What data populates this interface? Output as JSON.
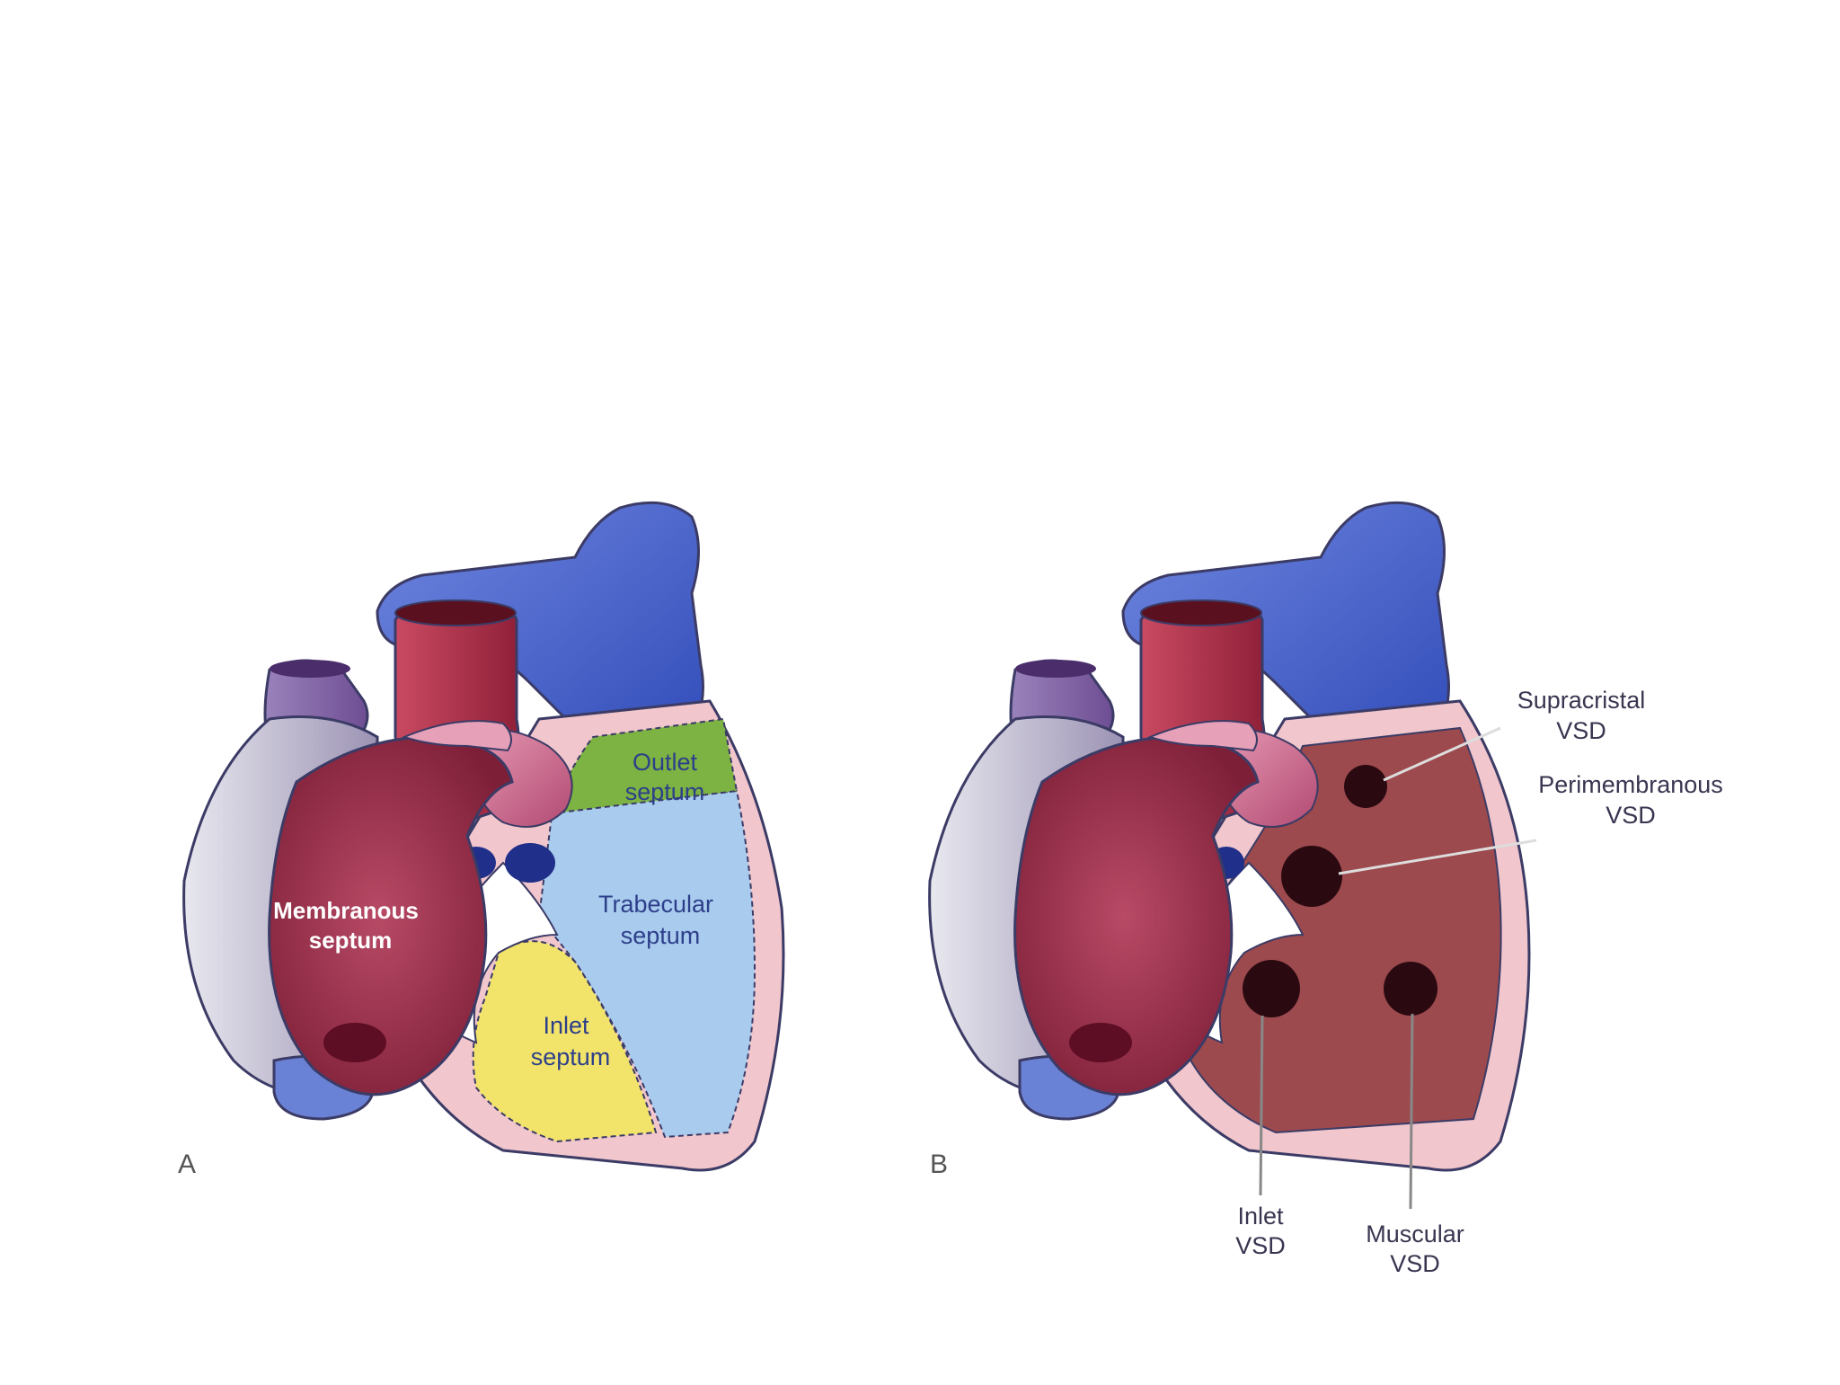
{
  "panel_a": {
    "letter": "A",
    "labels": {
      "membranous_line1": "Membranous",
      "membranous_line2": "septum",
      "outlet_line1": "Outlet",
      "outlet_line2": "septum",
      "trabecular_line1": "Trabecular",
      "trabecular_line2": "septum",
      "inlet_line1": "Inlet",
      "inlet_line2": "septum"
    }
  },
  "panel_b": {
    "letter": "B",
    "labels": {
      "supracristal_line1": "Supracristal",
      "supracristal_line2": "VSD",
      "perimembranous_line1": "Perimembranous",
      "perimembranous_line2": "VSD",
      "inlet_line1": "Inlet",
      "inlet_line2": "VSD",
      "muscular_line1": "Muscular",
      "muscular_line2": "VSD"
    }
  },
  "colors": {
    "pulmonary_artery": "#3d5bc8",
    "aorta": "#b8344c",
    "vena_cava": "#8a6aa8",
    "right_atrium": "#9c2c48",
    "outlet_septum": "#7cb342",
    "trabecular_septum": "#a9cbee",
    "inlet_septum": "#f2e36a",
    "ventricle_wall": "#f1c6cc",
    "septal_surface": "#9c4a4e",
    "defect": "#2a0a10"
  }
}
